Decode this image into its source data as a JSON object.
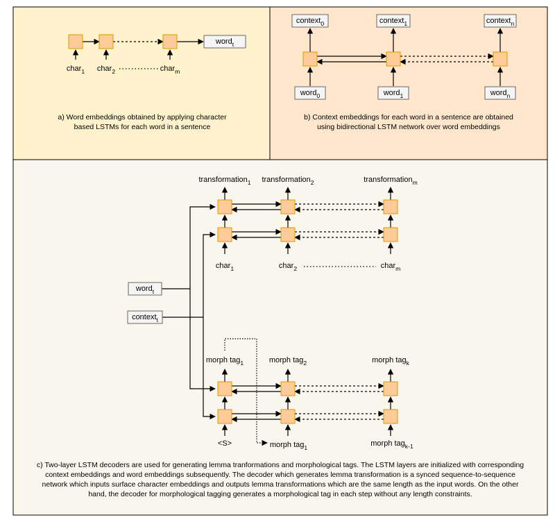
{
  "colors": {
    "panel_a_bg": "#fff2cc",
    "panel_b_bg": "#ffe6cc",
    "panel_c_bg": "#f9f7ed",
    "cell_fill": "#ffcc99",
    "cell_stroke": "#d79b00",
    "label_box_fill": "#f5f5f5",
    "label_box_stroke": "#666666",
    "line": "#000000"
  },
  "panel_a": {
    "inputs": [
      {
        "base": "char",
        "sub": "1"
      },
      {
        "base": "char",
        "sub": "2"
      },
      {
        "base": "char",
        "sub": "m"
      }
    ],
    "output": {
      "base": "word",
      "sub": "t"
    },
    "caption_lines": [
      "a) Word embeddings obtained by applying character",
      "based LSTMs for each word in a sentence"
    ]
  },
  "panel_b": {
    "outputs": [
      {
        "base": "context",
        "sub": "0"
      },
      {
        "base": "context",
        "sub": "1"
      },
      {
        "base": "context",
        "sub": "n"
      }
    ],
    "inputs": [
      {
        "base": "word",
        "sub": "0"
      },
      {
        "base": "word",
        "sub": "1"
      },
      {
        "base": "word",
        "sub": "n"
      }
    ],
    "caption_lines": [
      "b) Context embeddings for each word in a sentence are obtained",
      "using bidirectional LSTM network over word embeddings"
    ]
  },
  "panel_c": {
    "transformations": [
      {
        "base": "transformation",
        "sub": "1"
      },
      {
        "base": "transformation",
        "sub": "2"
      },
      {
        "base": "transformation",
        "sub": "m"
      }
    ],
    "chars": [
      {
        "base": "char",
        "sub": "1"
      },
      {
        "base": "char",
        "sub": "2"
      },
      {
        "base": "char",
        "sub": "m"
      }
    ],
    "word_box": {
      "base": "word",
      "sub": "t"
    },
    "context_box": {
      "base": "context",
      "sub": "t"
    },
    "morph_outputs": [
      {
        "base": "morph tag",
        "sub": "1"
      },
      {
        "base": "morph tag",
        "sub": "2"
      },
      {
        "base": "morph tag",
        "sub": "k"
      }
    ],
    "morph_inputs": [
      {
        "base": "<S>",
        "sub": ""
      },
      {
        "base": "morph tag",
        "sub": "1"
      },
      {
        "base": "morph tag",
        "sub": "k-1"
      }
    ],
    "caption_lines": [
      "c) Two-layer LSTM decoders are used for generating lemma tranformations and morphological tags. The LSTM layers are initialized with corresponding",
      "context embeddings and word embeddings subsequently. The decoder which generates lemma transformation is a synced sequence-to-sequence",
      "network which inputs surface character embeddings and outputs lemma transformations which are the same length as the input words. On the other",
      "hand, the decoder for morphological tagging generates a morphological tag in each step without any length constraints."
    ]
  }
}
